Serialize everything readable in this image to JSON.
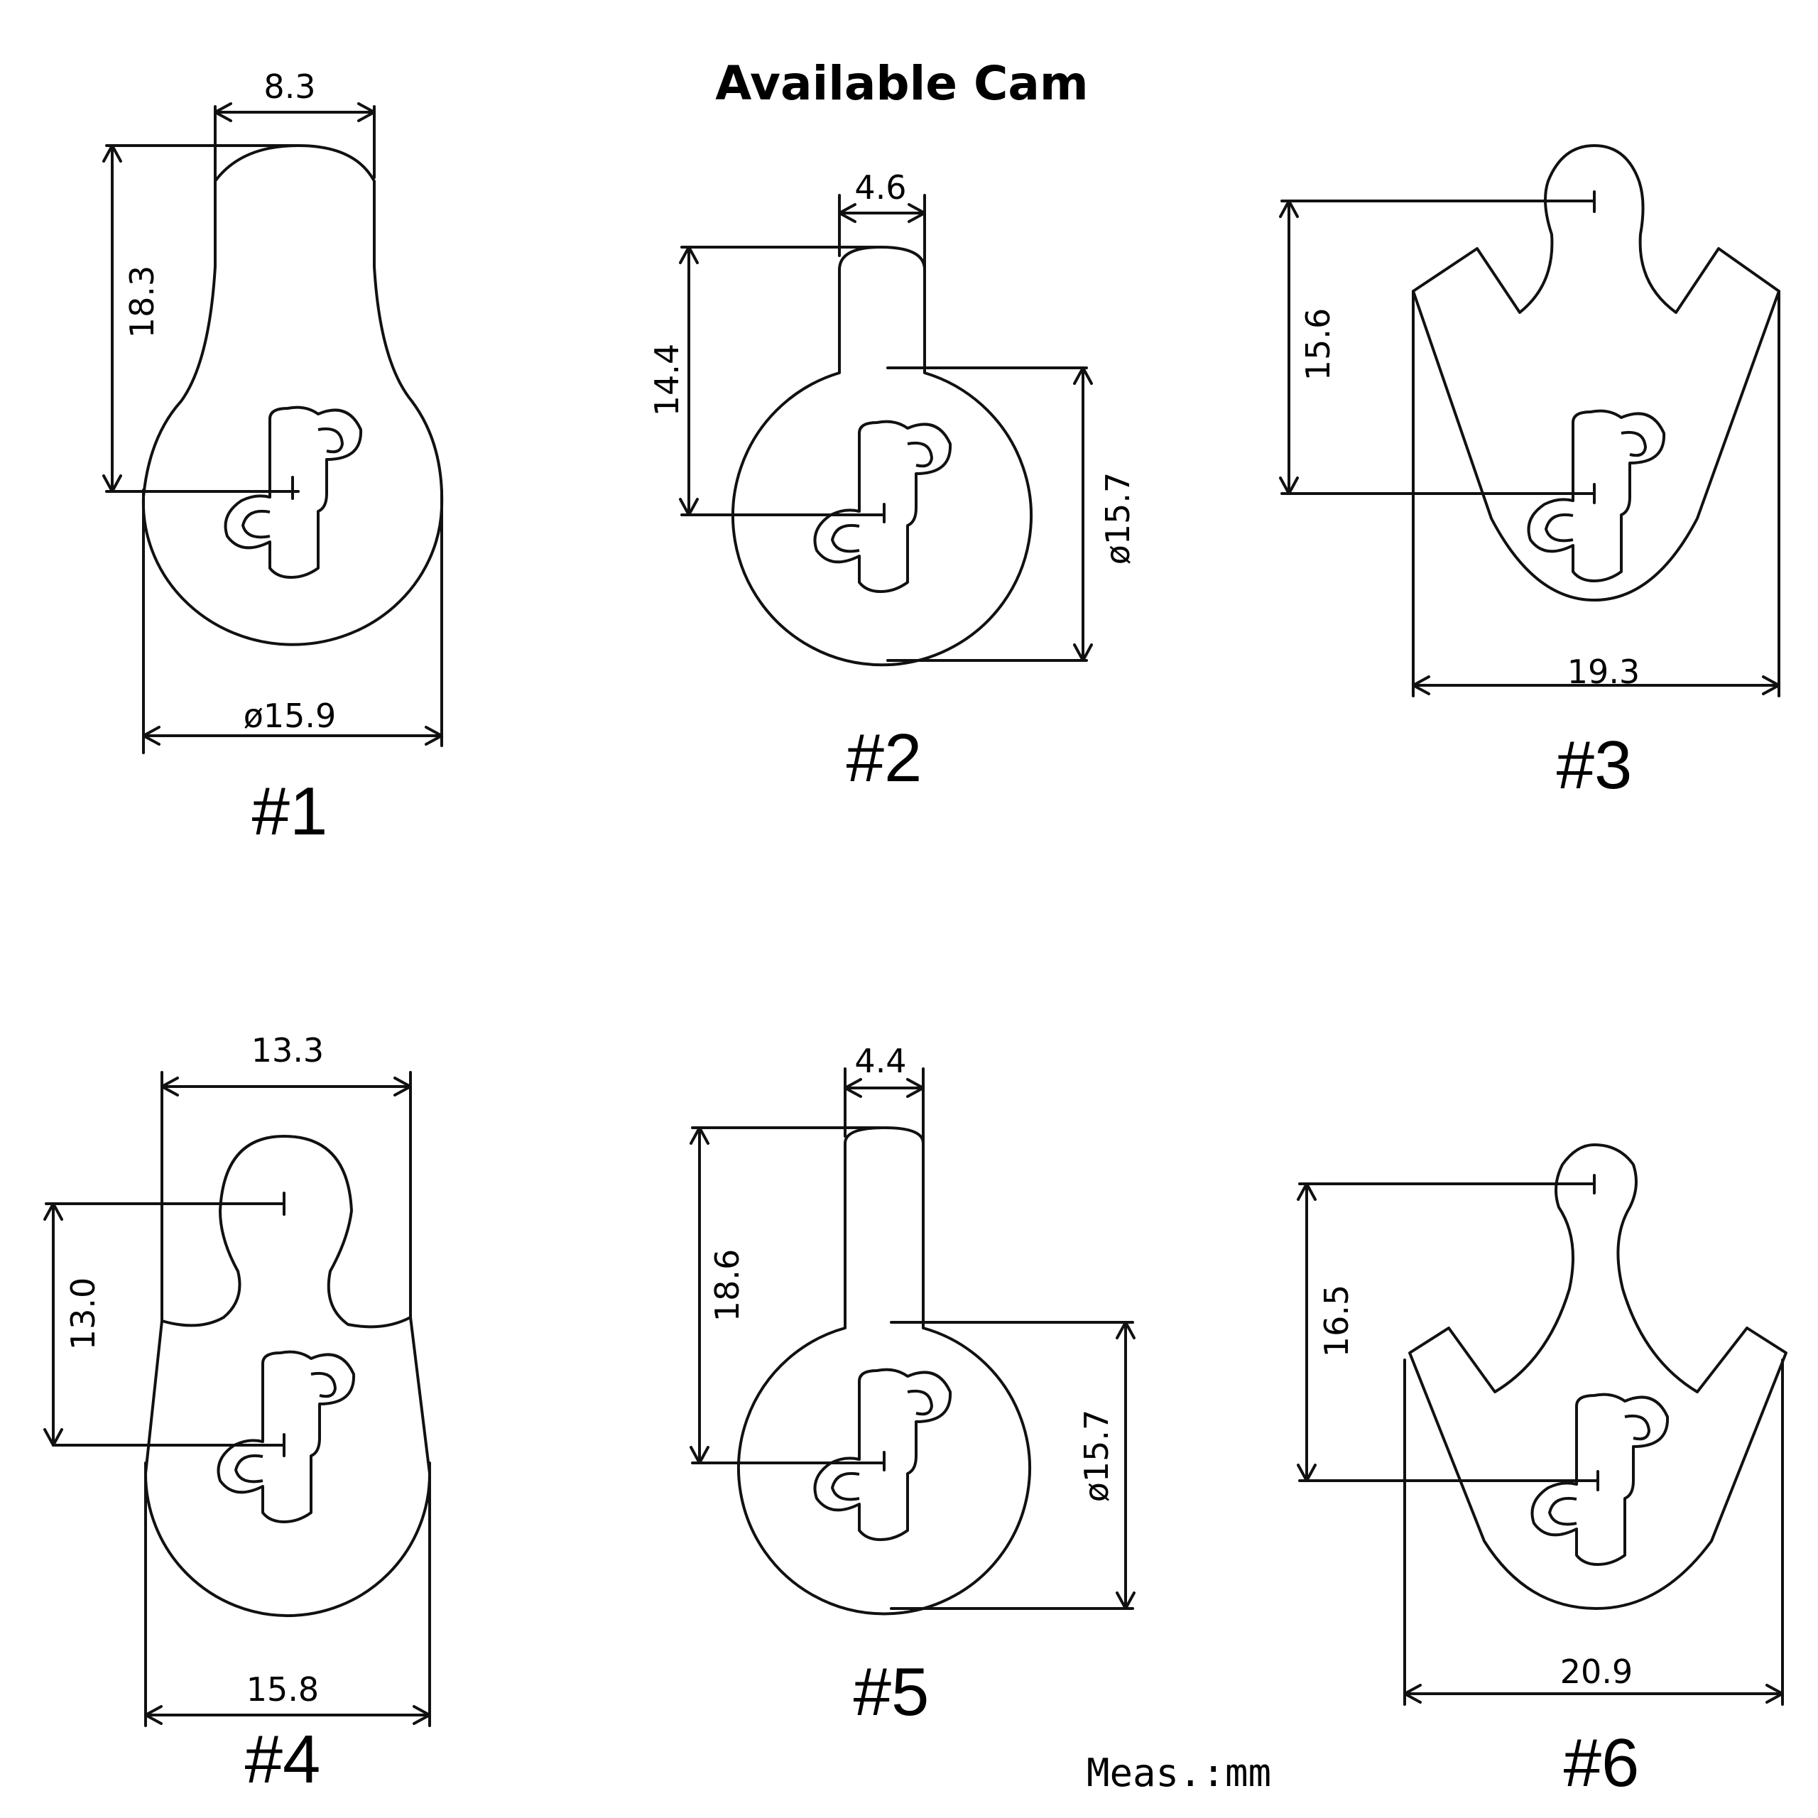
{
  "title": "Available Cam",
  "unit_note": "Meas.:mm",
  "cams": [
    {
      "label": "#1",
      "dims": [
        "8.3",
        "18.3",
        "ø15.9"
      ]
    },
    {
      "label": "#2",
      "dims": [
        "4.6",
        "14.4",
        "ø15.7"
      ]
    },
    {
      "label": "#3",
      "dims": [
        "15.6",
        "19.3"
      ]
    },
    {
      "label": "#4",
      "dims": [
        "13.3",
        "13.0",
        "15.8"
      ]
    },
    {
      "label": "#5",
      "dims": [
        "4.4",
        "18.6",
        "ø15.7"
      ]
    },
    {
      "label": "#6",
      "dims": [
        "16.5",
        "20.9"
      ]
    }
  ]
}
